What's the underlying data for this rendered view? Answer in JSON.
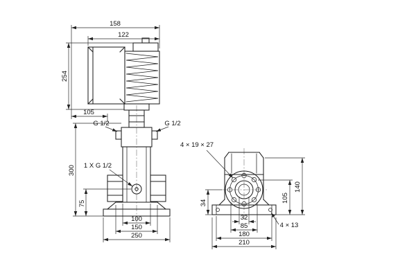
{
  "drawing_type": "pump-dimensional-drawing",
  "side_view": {
    "dimensions": {
      "total_depth_top": "158",
      "motor_depth": "122",
      "motor_height": "254",
      "front_clearance": "105",
      "pump_height": "300",
      "port_axis_height": "75",
      "port_span": "100",
      "foot_span": "150",
      "baseplate_depth": "250"
    },
    "port_labels": {
      "left": "G 1/2",
      "right": "G 1/2",
      "drain": "1 X G 1/2"
    }
  },
  "end_view": {
    "hole_labels": {
      "flange_bolts": "4 × 19 × 27",
      "base_bolts": "4 × 13"
    },
    "dimensions": {
      "foot_height": "34",
      "flange_axis_height": "105",
      "head_height": "140",
      "bore_width": "32",
      "bolt_circle_width": "85",
      "base_top_width": "180",
      "baseplate_width": "210"
    }
  }
}
